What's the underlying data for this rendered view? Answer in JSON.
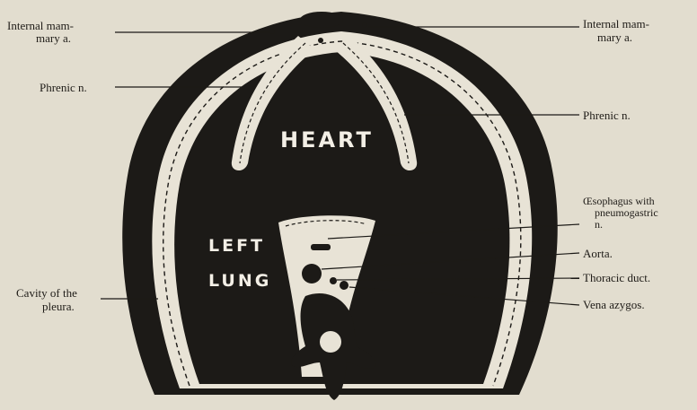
{
  "diagram": {
    "labels": {
      "internal_mammary_left": [
        "Internal mam-",
        "mary a."
      ],
      "internal_mammary_right": [
        "Internal mam-",
        "mary a."
      ],
      "phrenic_left": "Phrenic n.",
      "phrenic_right": "Phrenic n.",
      "esophagus": [
        "Œsophagus with",
        "pneumogastric",
        "n."
      ],
      "aorta": "Aorta.",
      "thoracic_duct": "Thoracic duct.",
      "vena_azygos": "Vena azygos.",
      "pleura_cavity": [
        "Cavity of the",
        "pleura."
      ]
    },
    "inner_text": {
      "heart": "HEART",
      "left_lung_line1": "LEFT",
      "left_lung_line2": "LUNG"
    },
    "colors": {
      "tissue": "#1c1a17",
      "pleura_membrane": "#e8e3d6",
      "paper": "#e2ddcf"
    }
  }
}
